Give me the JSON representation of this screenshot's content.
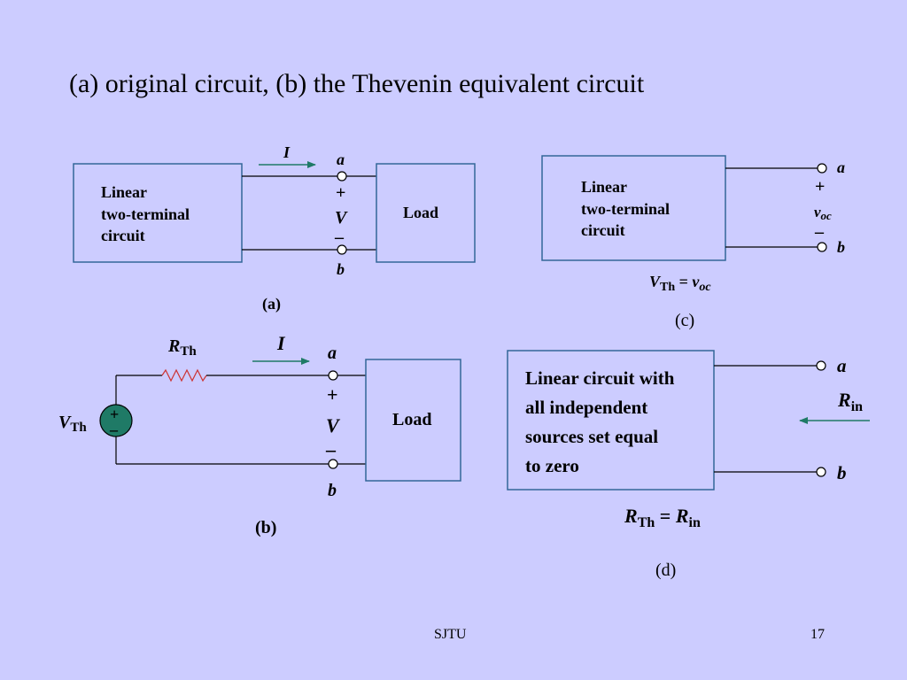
{
  "slide": {
    "title": "(a) original circuit, (b) the Thevenin equivalent circuit",
    "footer_center": "SJTU",
    "page_number": "17"
  },
  "colors": {
    "background": "#ccccff",
    "box_border": "#336699",
    "arrow": "#1f7a66",
    "source_fill": "#1f7a66"
  },
  "panel_a": {
    "box_lines": [
      "Linear",
      "two-terminal",
      "circuit"
    ],
    "current": "I",
    "terminal_a": "a",
    "terminal_b": "b",
    "plus": "+",
    "voltage": "V",
    "minus": "–",
    "load": "Load",
    "label": "(a)"
  },
  "panel_c": {
    "box_lines": [
      "Linear",
      "two-terminal",
      "circuit"
    ],
    "terminal_a": "a",
    "terminal_b": "b",
    "plus": "+",
    "voc_v": "v",
    "voc_sub": "oc",
    "minus": "–",
    "eq_lhs": "V",
    "eq_lhs_sub": "Th",
    "eq_mid": " = ",
    "eq_rhs": "v",
    "eq_rhs_sub": "oc",
    "label": "(c)"
  },
  "panel_b": {
    "rth": "R",
    "rth_sub": "Th",
    "current": "I",
    "terminal_a": "a",
    "terminal_b": "b",
    "plus": "+",
    "voltage": "V",
    "minus": "–",
    "load": "Load",
    "vth": "V",
    "vth_sub": "Th",
    "source_plus": "+",
    "source_minus": "–",
    "label": "(b)"
  },
  "panel_d": {
    "box_lines": [
      "Linear circuit with",
      "all independent",
      "sources set equal",
      "to zero"
    ],
    "terminal_a": "a",
    "terminal_b": "b",
    "rin": "R",
    "rin_sub": "in",
    "eq_lhs": "R",
    "eq_lhs_sub": "Th",
    "eq_mid": " = ",
    "eq_rhs": "R",
    "eq_rhs_sub": "in",
    "label": "(d)"
  }
}
